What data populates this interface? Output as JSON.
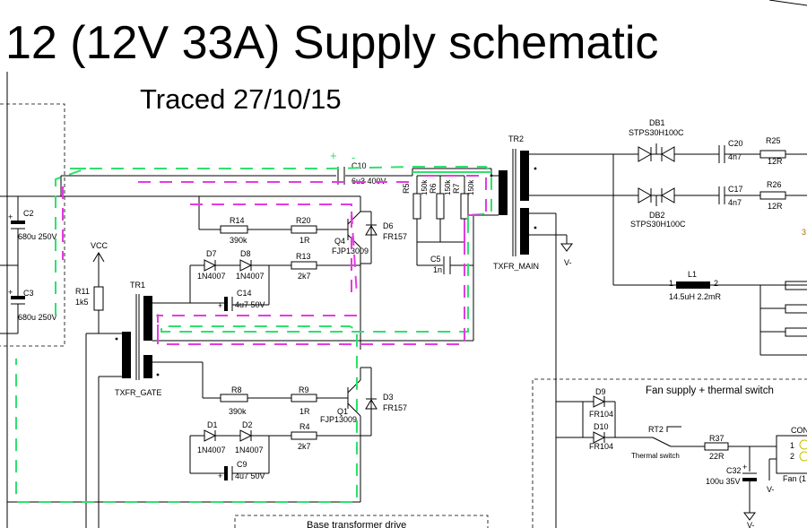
{
  "title": "12 (12V 33A) Supply schematic",
  "subtitle": "Traced 27/10/15",
  "labels": {
    "c2": "C2",
    "c2v": "680u 250V",
    "c3": "C3",
    "c3v": "680u 250V",
    "vcc": "VCC",
    "r11": "R11",
    "r11v": "1k5",
    "tr1": "TR1",
    "txfr_gate": "TXFR_GATE",
    "c10": "C10",
    "c10v": "6u3 400V",
    "r14": "R14",
    "r14v": "390k",
    "r20": "R20",
    "r20v": "1R",
    "d7": "D7",
    "d7v": "1N4007",
    "d8": "D8",
    "d8v": "1N4007",
    "r13": "R13",
    "r13v": "2k7",
    "c14": "C14",
    "c14v": "4u7 50V",
    "q4": "Q4",
    "q4v": "FJP13009",
    "d6": "D6",
    "d6v": "FR157",
    "r5": "R5",
    "r5v": "150k",
    "r6": "R6",
    "r6v": "150k",
    "r7": "R7",
    "r7v": "150k",
    "c5": "C5",
    "c5v": "1n",
    "tr2": "TR2",
    "txfr_main": "TXFR_MAIN",
    "vminus": "V-",
    "r8": "R8",
    "r8v": "390k",
    "r9": "R9",
    "r9v": "1R",
    "d1": "D1",
    "d1v": "1N4007",
    "d2": "D2",
    "d2v": "1N4007",
    "r4": "R4",
    "r4v": "2k7",
    "c9": "C9",
    "c9v": "4u7 50V",
    "q1": "Q1",
    "q1v": "FJP13009",
    "d3": "D3",
    "d3v": "FR157",
    "db1": "DB1",
    "db1v": "STPS30H100C",
    "db2": "DB2",
    "db2v": "STPS30H100C",
    "c20": "C20",
    "c20v": "4n7",
    "r25": "R25",
    "r25v": "12R",
    "c17": "C17",
    "c17v": "4n7",
    "r26": "R26",
    "r26v": "12R",
    "l1": "L1",
    "l1v": "14.5uH 2.2mR",
    "pin1": "1",
    "pin2": "2",
    "d9": "D9",
    "d9v": "FR104",
    "d10": "D10",
    "d10v": "FR104",
    "fan_box": "Fan supply + thermal switch",
    "rt2": "RT2",
    "thermal": "Thermal switch",
    "r37": "R37",
    "r37v": "22R",
    "c32": "C32",
    "c32v": "100u 35V",
    "con": "CON",
    "fan": "Fan (1",
    "base_box": "Base transformer drive",
    "edge3": "3",
    "plus": "+",
    "minus": "-"
  },
  "colors": {
    "background": "#ffffff",
    "ink": "#000000",
    "current_green": "#2fe06e",
    "current_magenta": "#e23ce0"
  }
}
